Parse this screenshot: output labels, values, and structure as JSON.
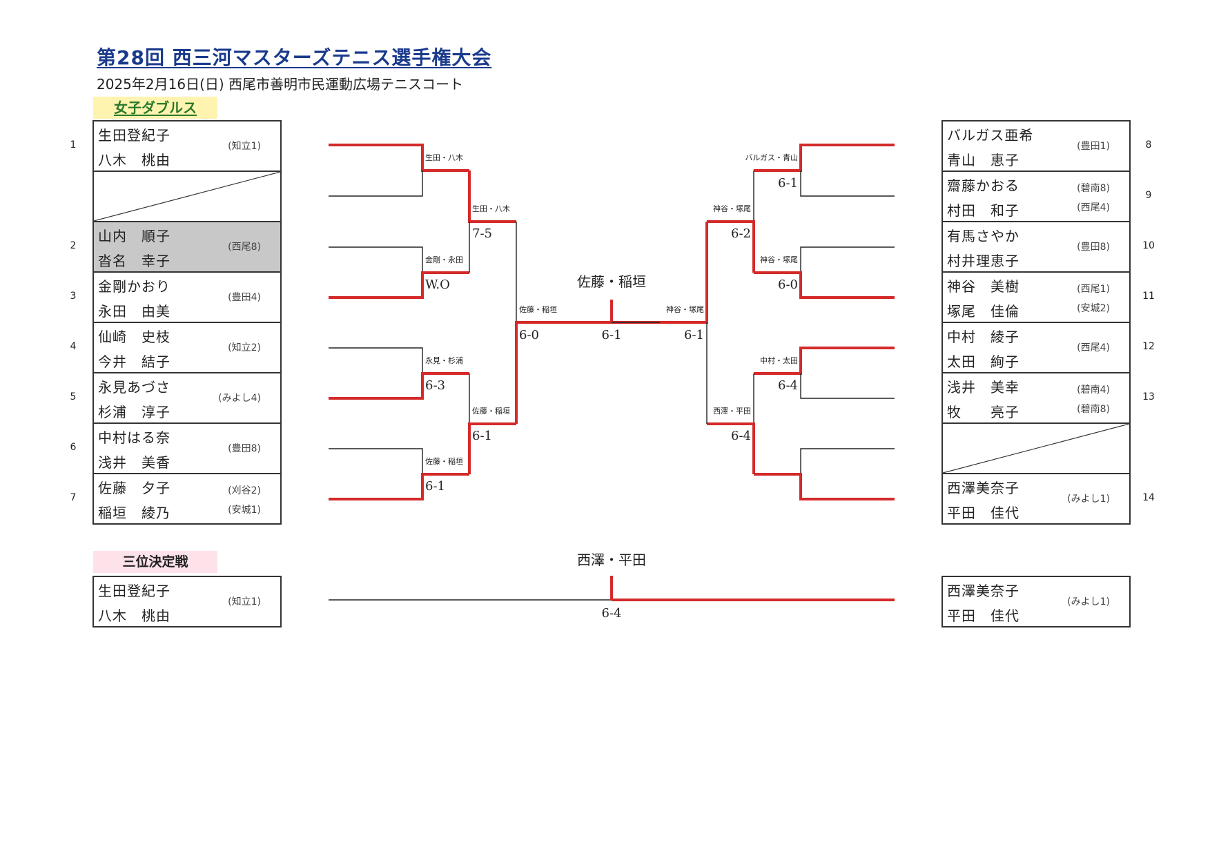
{
  "header": {
    "title": "第28回 西三河マスターズテニス選手権大会",
    "subtitle": "2025年2月16日(日)  西尾市善明市民運動広場テニスコート",
    "category": "女子ダブルス",
    "third_place": "三位決定戦"
  },
  "left_entries": [
    {
      "seed": "1",
      "name1": "生田登紀子",
      "name2": "八木　桃由",
      "club": "(知立1)"
    },
    {
      "bye": true
    },
    {
      "seed": "2",
      "name1": "山内　順子",
      "name2": "沓名　幸子",
      "club": "(西尾8)",
      "shaded": true
    },
    {
      "seed": "3",
      "name1": "金剛かおり",
      "name2": "永田　由美",
      "club": "(豊田4)"
    },
    {
      "seed": "4",
      "name1": "仙崎　史枝",
      "name2": "今井　結子",
      "club": "(知立2)"
    },
    {
      "seed": "5",
      "name1": "永見あづさ",
      "name2": "杉浦　淳子",
      "club": "(みよし4)"
    },
    {
      "seed": "6",
      "name1": "中村はる奈",
      "name2": "浅井　美香",
      "club": "(豊田8)"
    },
    {
      "seed": "7",
      "name1": "佐藤　夕子",
      "name2": "稲垣　綾乃",
      "club1": "(刈谷2)",
      "club2": "(安城1)"
    }
  ],
  "right_entries": [
    {
      "seed": "8",
      "name1": "バルガス亜希",
      "name2": "青山　恵子",
      "club": "(豊田1)"
    },
    {
      "seed": "9",
      "name1": "齋藤かおる",
      "name2": "村田　和子",
      "club1": "(碧南8)",
      "club2": "(西尾4)"
    },
    {
      "seed": "10",
      "name1": "有馬さやか",
      "name2": "村井理恵子",
      "club": "(豊田8)"
    },
    {
      "seed": "11",
      "name1": "神谷　美樹",
      "name2": "塚尾　佳倫",
      "club1": "(西尾1)",
      "club2": "(安城2)"
    },
    {
      "seed": "12",
      "name1": "中村　綾子",
      "name2": "太田　絢子",
      "club": "(西尾4)"
    },
    {
      "seed": "13",
      "name1": "浅井　美幸",
      "name2": "牧　　亮子",
      "club1": "(碧南4)",
      "club2": "(碧南8)"
    },
    {
      "bye": true
    },
    {
      "seed": "14",
      "name1": "西澤美奈子",
      "name2": "平田　佳代",
      "club": "(みよし1)"
    }
  ],
  "third_place_entries": {
    "left": {
      "name1": "生田登紀子",
      "name2": "八木　桃由",
      "club": "(知立1)"
    },
    "right": {
      "name1": "西澤美奈子",
      "name2": "平田　佳代",
      "club": "(みよし1)"
    }
  },
  "results": {
    "left_r1": [
      {
        "winner": "生田・八木",
        "score": ""
      },
      {
        "winner": "金剛・永田",
        "score": "W.O"
      },
      {
        "winner": "永見・杉浦",
        "score": "6-3"
      },
      {
        "winner": "佐藤・稲垣",
        "score": "6-1"
      }
    ],
    "left_r2": [
      {
        "winner": "生田・八木",
        "score": "7-5"
      },
      {
        "winner": "佐藤・稲垣",
        "score": "6-1"
      }
    ],
    "left_sf": {
      "winner": "佐藤・稲垣",
      "score": "6-0"
    },
    "right_r1": [
      {
        "winner": "バルガス・青山",
        "score": "6-1"
      },
      {
        "winner": "神谷・塚尾",
        "score": "6-0"
      },
      {
        "winner": "中村・太田",
        "score": "6-4"
      },
      {
        "winner": "",
        "score": ""
      }
    ],
    "right_r2": [
      {
        "winner": "神谷・塚尾",
        "score": "6-2"
      },
      {
        "winner": "西澤・平田",
        "score": "6-4"
      }
    ],
    "right_sf": {
      "winner": "神谷・塚尾",
      "score": "6-1"
    },
    "final": {
      "winner": "佐藤・稲垣",
      "score": "6-1"
    },
    "third": {
      "winner": "西澤・平田",
      "score": "6-4"
    }
  },
  "colors": {
    "title": "#1a3a8c",
    "win_line": "#d42a2a",
    "line": "#222222",
    "category_bg": "#fff3b0",
    "third_bg": "#fde2ea"
  }
}
